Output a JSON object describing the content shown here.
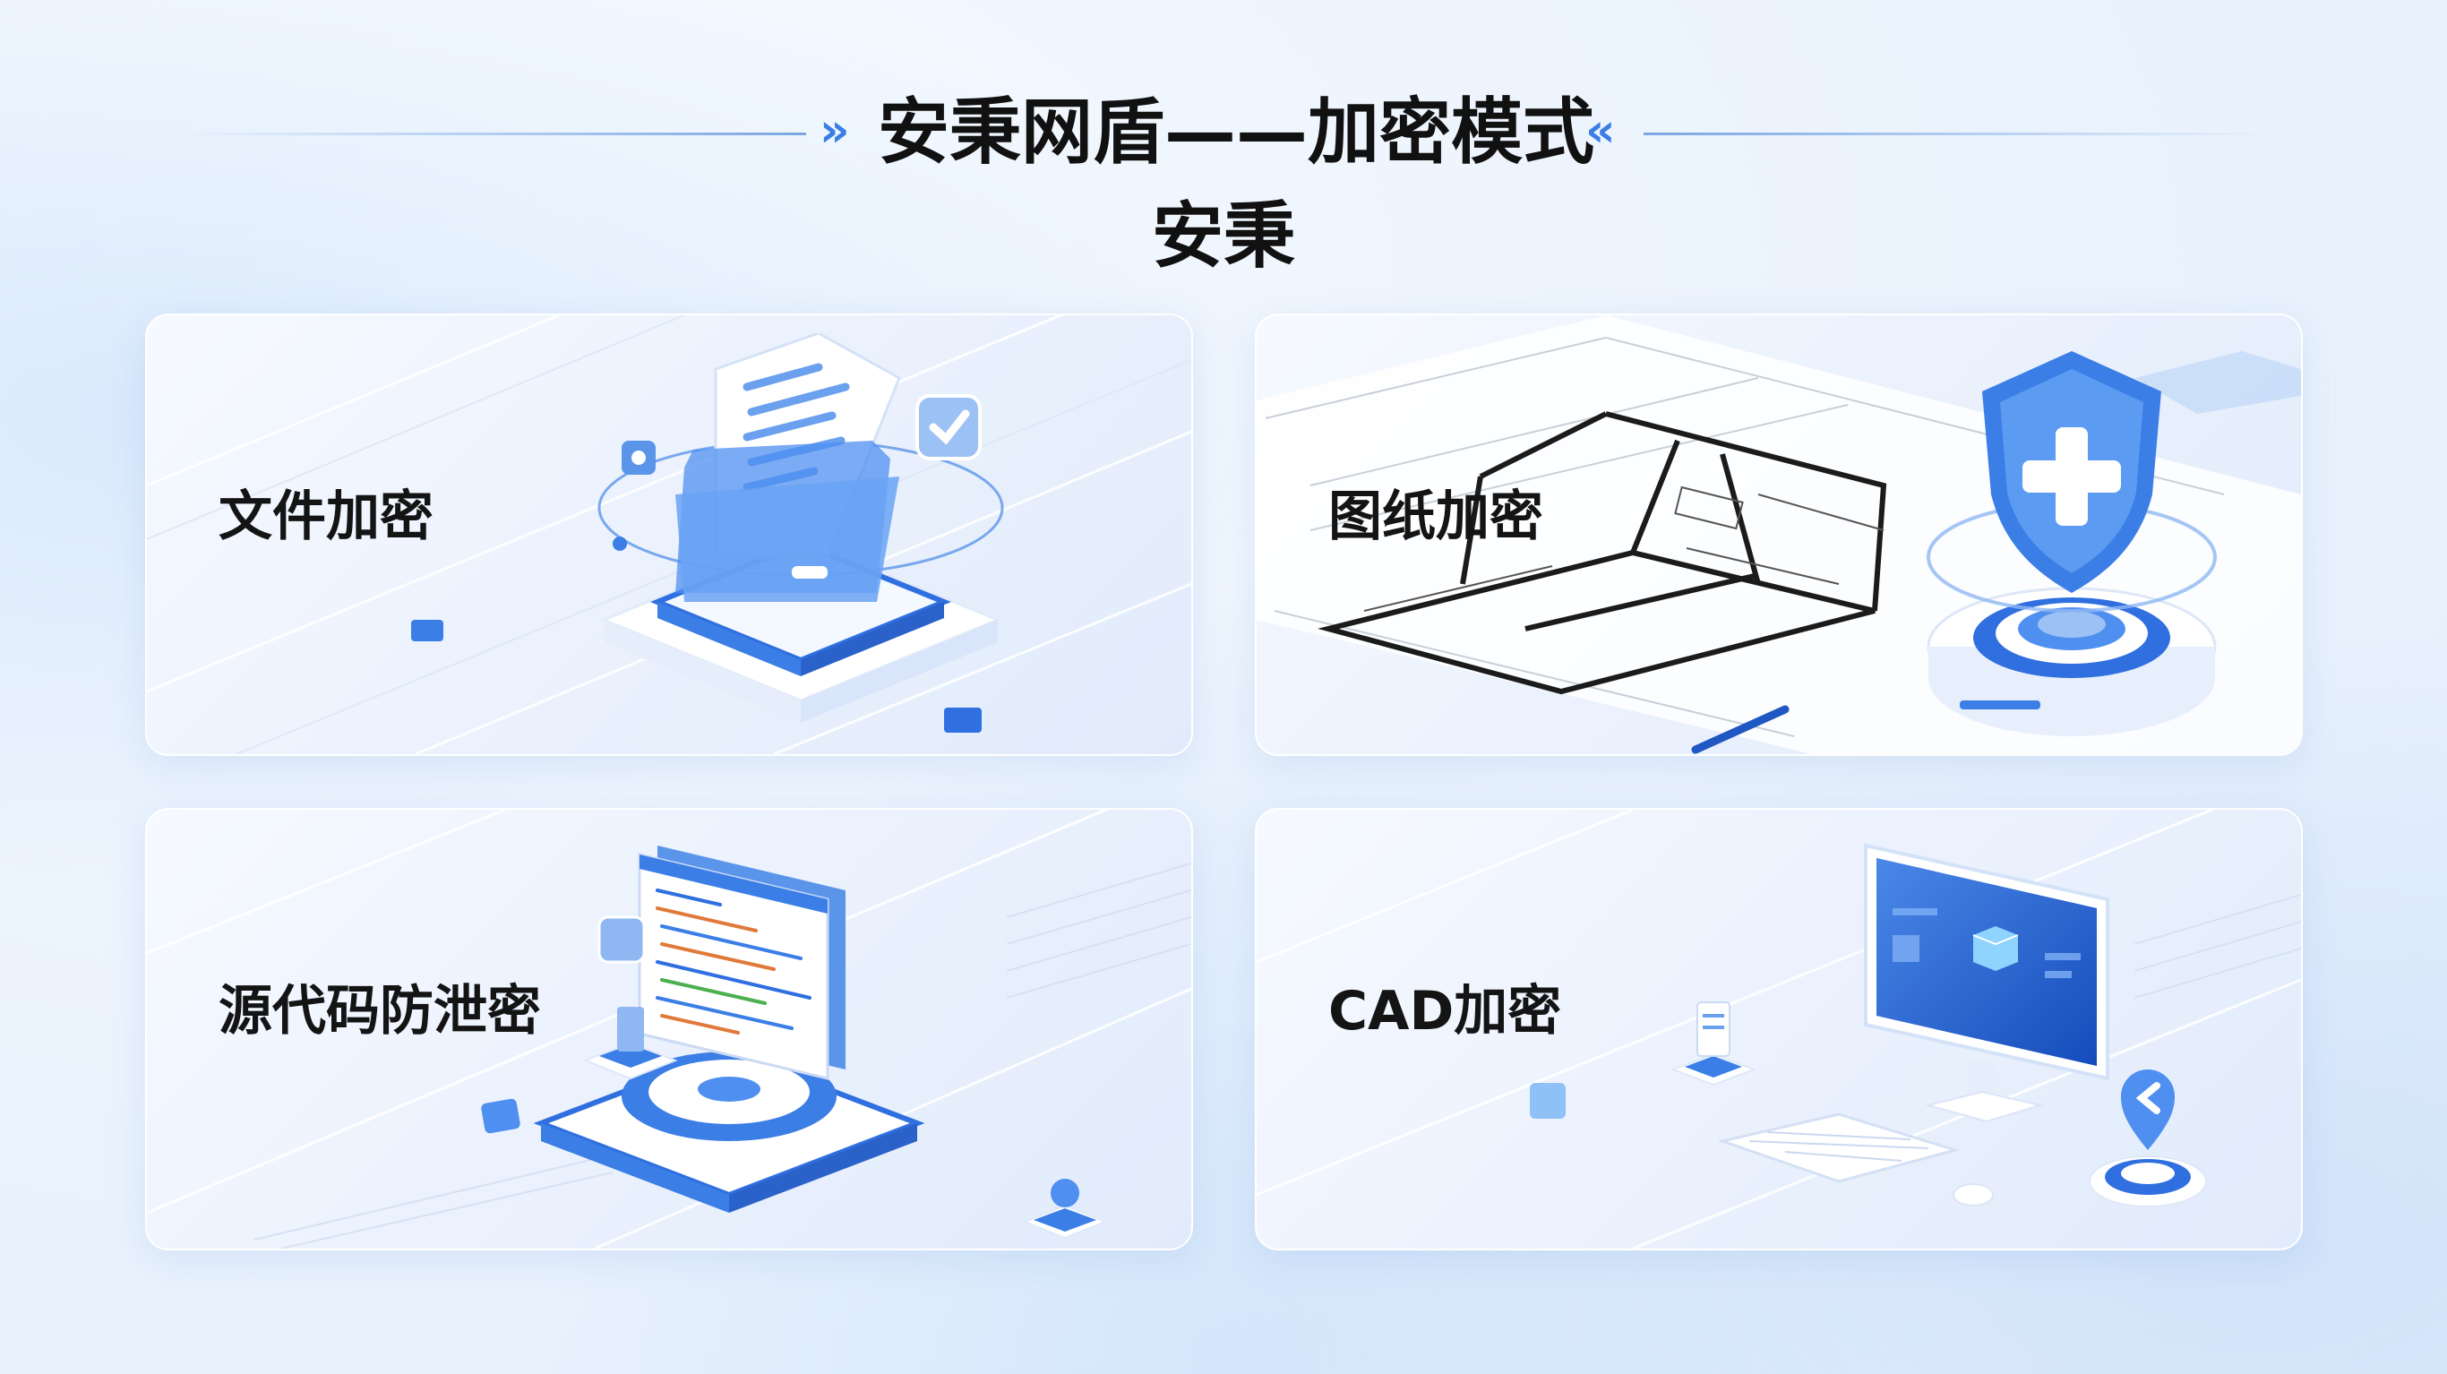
{
  "header": {
    "title": "安秉网盾——加密模式",
    "subtitle": "安秉",
    "left_chevron": "»",
    "right_chevron": "«"
  },
  "cards": [
    {
      "label": "文件加密",
      "icon": "document-folder-icon"
    },
    {
      "label": "图纸加密",
      "icon": "shield-blueprint-icon"
    },
    {
      "label": "源代码防泄密",
      "icon": "code-window-icon"
    },
    {
      "label": "CAD加密",
      "icon": "computer-monitor-icon"
    }
  ],
  "colors": {
    "accent": "#3b7ee6",
    "accent_light": "#8fb8f2",
    "background": "#edf4fd",
    "text": "#111111"
  }
}
